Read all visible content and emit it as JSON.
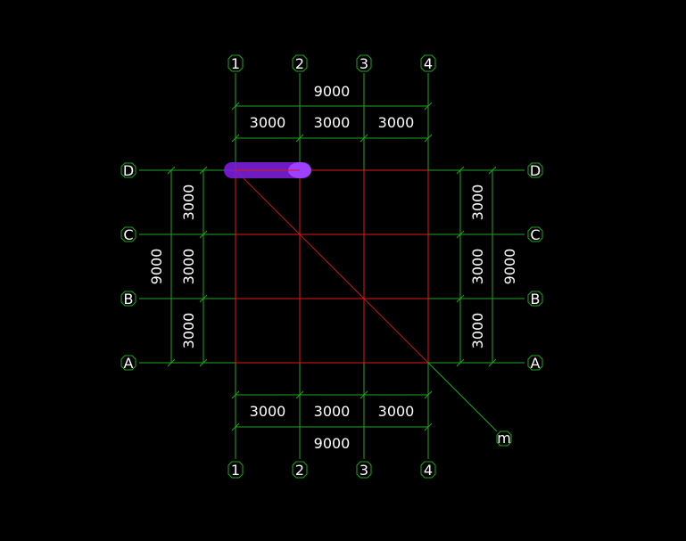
{
  "colors": {
    "background": "#000000",
    "grid_line": "#1fa31f",
    "beam": "#e01818",
    "diagonal": "#c01a1a",
    "selection": "#8a1fe0",
    "text": "#ffffff"
  },
  "axes": {
    "columns": [
      "1",
      "2",
      "3",
      "4"
    ],
    "rows": [
      "D",
      "C",
      "B",
      "A"
    ],
    "diagonal_label": "m"
  },
  "dimensions": {
    "top_total": "9000",
    "top_spans": [
      "3000",
      "3000",
      "3000"
    ],
    "bottom_total": "9000",
    "bottom_spans": [
      "3000",
      "3000",
      "3000"
    ],
    "left_total": "9000",
    "left_spans": [
      "3000",
      "3000",
      "3000"
    ],
    "right_total": "9000",
    "right_spans": [
      "3000",
      "3000",
      "3000"
    ]
  }
}
